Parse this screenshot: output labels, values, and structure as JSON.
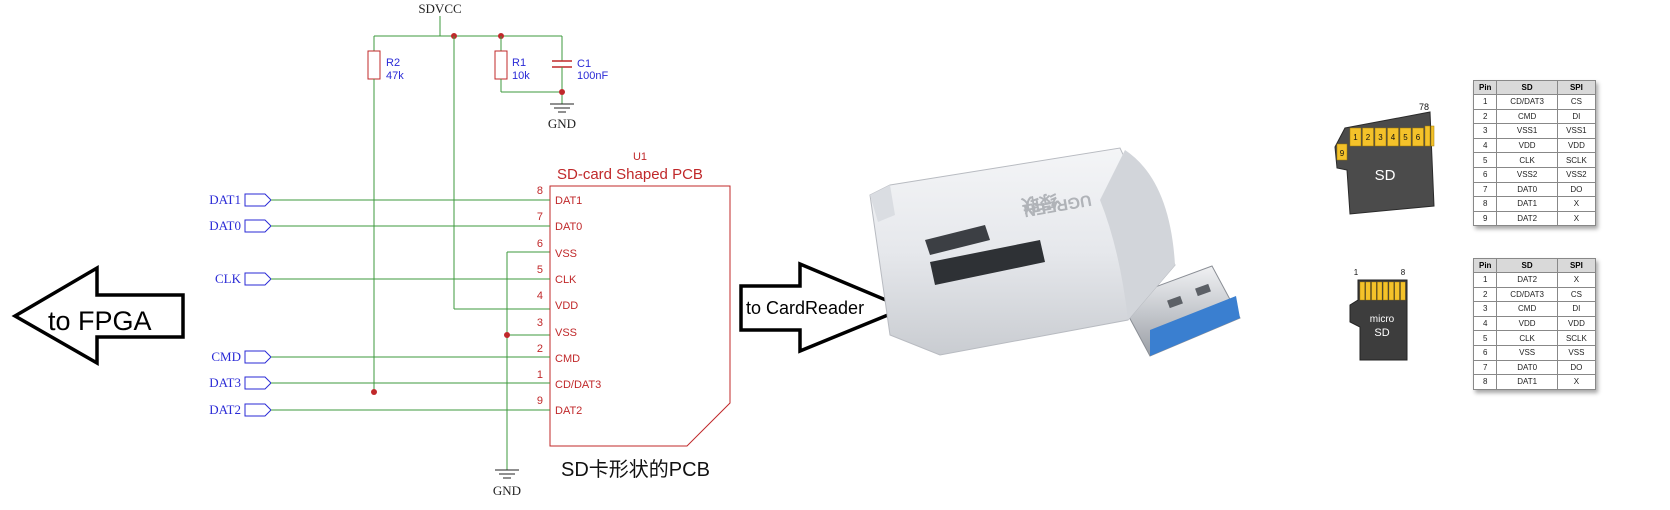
{
  "schematic": {
    "power_label": "SDVCC",
    "gnd_label": "GND",
    "r2": {
      "ref": "R2",
      "value": "47k"
    },
    "r1": {
      "ref": "R1",
      "value": "10k"
    },
    "c1": {
      "ref": "C1",
      "value": "100nF"
    },
    "u1": {
      "ref": "U1",
      "name": "SD-card Shaped PCB",
      "caption": "SD卡形状的PCB"
    },
    "ports": [
      "DAT1",
      "DAT0",
      "CLK",
      "CMD",
      "DAT3",
      "DAT2"
    ],
    "pins": [
      {
        "num": "8",
        "name": "DAT1"
      },
      {
        "num": "7",
        "name": "DAT0"
      },
      {
        "num": "6",
        "name": "VSS"
      },
      {
        "num": "5",
        "name": "CLK"
      },
      {
        "num": "4",
        "name": "VDD"
      },
      {
        "num": "3",
        "name": "VSS"
      },
      {
        "num": "2",
        "name": "CMD"
      },
      {
        "num": "1",
        "name": "CD/DAT3"
      },
      {
        "num": "9",
        "name": "DAT2"
      }
    ]
  },
  "arrows": {
    "left": "to FPGA",
    "right": "to CardReader"
  },
  "reader": {
    "brand": "UGREEN",
    "brand_cn": "绿联"
  },
  "sd_card": {
    "label": "SD",
    "pins_top": [
      "1",
      "2",
      "3",
      "4",
      "5",
      "6"
    ],
    "pin_78": "78",
    "pin_9": "9"
  },
  "micro_sd": {
    "label_line1": "micro",
    "label_line2": "SD",
    "pin_first": "1",
    "pin_last": "8"
  },
  "sd_table": {
    "headers": [
      "Pin",
      "SD",
      "SPI"
    ],
    "rows": [
      [
        "1",
        "CD/DAT3",
        "CS"
      ],
      [
        "2",
        "CMD",
        "DI"
      ],
      [
        "3",
        "VSS1",
        "VSS1"
      ],
      [
        "4",
        "VDD",
        "VDD"
      ],
      [
        "5",
        "CLK",
        "SCLK"
      ],
      [
        "6",
        "VSS2",
        "VSS2"
      ],
      [
        "7",
        "DAT0",
        "DO"
      ],
      [
        "8",
        "DAT1",
        "X"
      ],
      [
        "9",
        "DAT2",
        "X"
      ]
    ]
  },
  "microsd_table": {
    "headers": [
      "Pin",
      "SD",
      "SPI"
    ],
    "rows": [
      [
        "1",
        "DAT2",
        "X"
      ],
      [
        "2",
        "CD/DAT3",
        "CS"
      ],
      [
        "3",
        "CMD",
        "DI"
      ],
      [
        "4",
        "VDD",
        "VDD"
      ],
      [
        "5",
        "CLK",
        "SCLK"
      ],
      [
        "6",
        "VSS",
        "VSS"
      ],
      [
        "7",
        "DAT0",
        "DO"
      ],
      [
        "8",
        "DAT1",
        "X"
      ]
    ]
  },
  "colors": {
    "wire": "#3c9a3c",
    "component": "#c0282a",
    "port": "#2a2ad6",
    "junction": "#c0282a",
    "usb_blue": "#3a7fd0"
  }
}
